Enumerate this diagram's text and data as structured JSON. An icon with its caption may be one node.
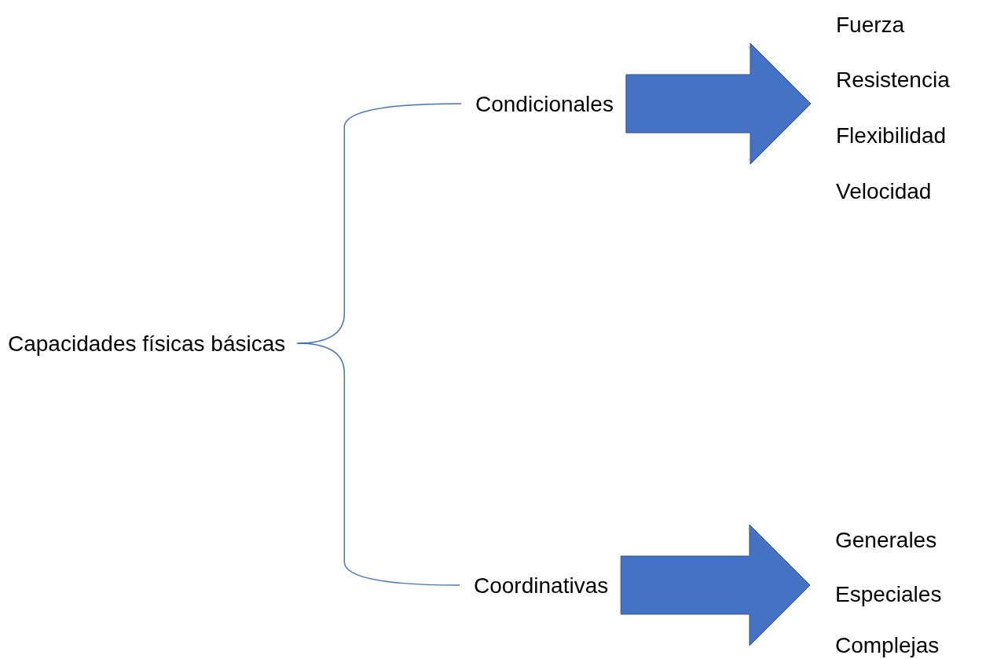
{
  "diagram": {
    "nodes": [
      {
        "text": [
          "Capacidades físicas básicas"
        ]
      },
      {
        "text": [
          "Condicionales"
        ]
      },
      {
        "text": [
          "Coordinativas"
        ]
      },
      {
        "text": [
          "Fuerza"
        ]
      },
      {
        "text": [
          "Resistencia"
        ]
      },
      {
        "text": [
          "Flexibilidad"
        ]
      },
      {
        "text": [
          "Velocidad"
        ]
      },
      {
        "text": [
          "Generales"
        ]
      },
      {
        "text": [
          "Especiales"
        ]
      },
      {
        "text": [
          "Complejas"
        ]
      }
    ],
    "edges": [
      {
        "from": 0,
        "to": 1,
        "arrow": "none"
      },
      {
        "from": 0,
        "to": 2,
        "arrow": "none"
      },
      {
        "from": 1,
        "to": 3,
        "arrow": "to",
        "style": "thick"
      },
      {
        "from": 1,
        "to": 4,
        "arrow": "to",
        "style": "thick"
      },
      {
        "from": 1,
        "to": 5,
        "arrow": "to",
        "style": "thick"
      },
      {
        "from": 1,
        "to": 6,
        "arrow": "to",
        "style": "thick"
      },
      {
        "from": 2,
        "to": 7,
        "arrow": "to",
        "style": "thick"
      },
      {
        "from": 2,
        "to": 8,
        "arrow": "to",
        "style": "thick"
      },
      {
        "from": 2,
        "to": 9,
        "arrow": "to",
        "style": "thick"
      }
    ]
  }
}
